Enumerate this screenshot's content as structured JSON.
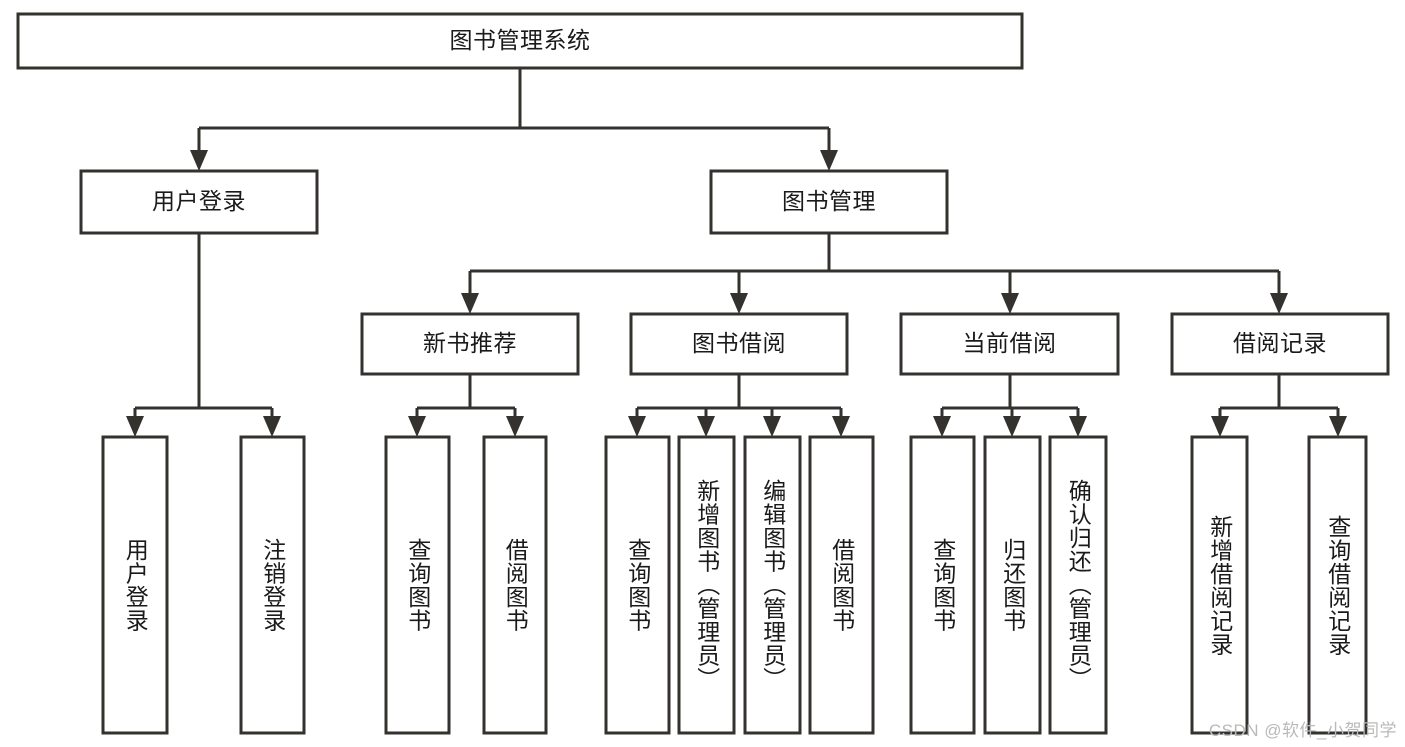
{
  "diagram": {
    "title": "图书管理系统",
    "type": "tree-hierarchy",
    "watermark": "CSDN @软件_小贺同学",
    "colors": {
      "stroke": "#33322f",
      "box_fill": "#ffffff",
      "text": "#1a1a1a",
      "background": "#ffffff",
      "watermark": "#b9b9b9"
    },
    "nodes": {
      "root": {
        "label": "图书管理系统",
        "orientation": "horizontal"
      },
      "level1": [
        {
          "id": "user-login",
          "label": "用户登录",
          "orientation": "horizontal"
        },
        {
          "id": "book-management",
          "label": "图书管理",
          "orientation": "horizontal"
        }
      ],
      "level2": [
        {
          "id": "new-book-recommend",
          "label": "新书推荐",
          "orientation": "horizontal"
        },
        {
          "id": "book-borrow",
          "label": "图书借阅",
          "orientation": "horizontal"
        },
        {
          "id": "current-borrow",
          "label": "当前借阅",
          "orientation": "horizontal"
        },
        {
          "id": "borrow-record",
          "label": "借阅记录",
          "orientation": "horizontal"
        }
      ],
      "leaves": [
        {
          "id": "leaf-user-login",
          "label": "用户登录",
          "parent": "user-login",
          "orientation": "vertical"
        },
        {
          "id": "leaf-logout-login",
          "label": "注销登录",
          "parent": "user-login",
          "orientation": "vertical"
        },
        {
          "id": "leaf-query-book-1",
          "label": "查询图书",
          "parent": "new-book-recommend",
          "orientation": "vertical"
        },
        {
          "id": "leaf-borrow-book-1",
          "label": "借阅图书",
          "parent": "new-book-recommend",
          "orientation": "vertical"
        },
        {
          "id": "leaf-query-book-2",
          "label": "查询图书",
          "parent": "book-borrow",
          "orientation": "vertical"
        },
        {
          "id": "leaf-add-book",
          "label": "新增图书（管理员）",
          "parent": "book-borrow",
          "orientation": "vertical"
        },
        {
          "id": "leaf-edit-book",
          "label": "编辑图书（管理员）",
          "parent": "book-borrow",
          "orientation": "vertical"
        },
        {
          "id": "leaf-borrow-book-2",
          "label": "借阅图书",
          "parent": "book-borrow",
          "orientation": "vertical"
        },
        {
          "id": "leaf-query-book-3",
          "label": "查询图书",
          "parent": "current-borrow",
          "orientation": "vertical"
        },
        {
          "id": "leaf-return-book",
          "label": "归还图书",
          "parent": "current-borrow",
          "orientation": "vertical"
        },
        {
          "id": "leaf-confirm-return",
          "label": "确认归还（管理员）",
          "parent": "current-borrow",
          "orientation": "vertical"
        },
        {
          "id": "leaf-add-record",
          "label": "新增借阅记录",
          "parent": "borrow-record",
          "orientation": "vertical"
        },
        {
          "id": "leaf-query-record",
          "label": "查询借阅记录",
          "parent": "borrow-record",
          "orientation": "vertical"
        }
      ]
    }
  }
}
